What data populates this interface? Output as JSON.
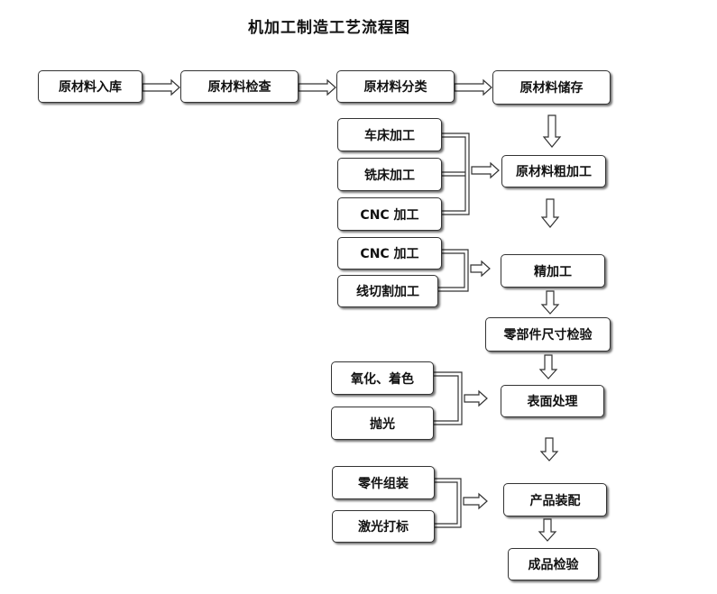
{
  "title": "机加工制造工艺流程图",
  "nodes": {
    "raw_in": "原材料入库",
    "raw_check": "原材料检查",
    "raw_sort": "原材料分类",
    "raw_store": "原材料储存",
    "lathe": "车床加工",
    "mill": "铣床加工",
    "cnc_a": "CNC 加工",
    "rough": "原材料粗加工",
    "cnc_b": "CNC 加工",
    "wire_cut": "线切割加工",
    "finish": "精加工",
    "dim_check": "零部件尺寸检验",
    "oxid": "氧化、着色",
    "polish": "抛光",
    "surface": "表面处理",
    "assembly": "零件组装",
    "laser": "激光打标",
    "product_asm": "产品装配",
    "final_check": "成品检验"
  }
}
